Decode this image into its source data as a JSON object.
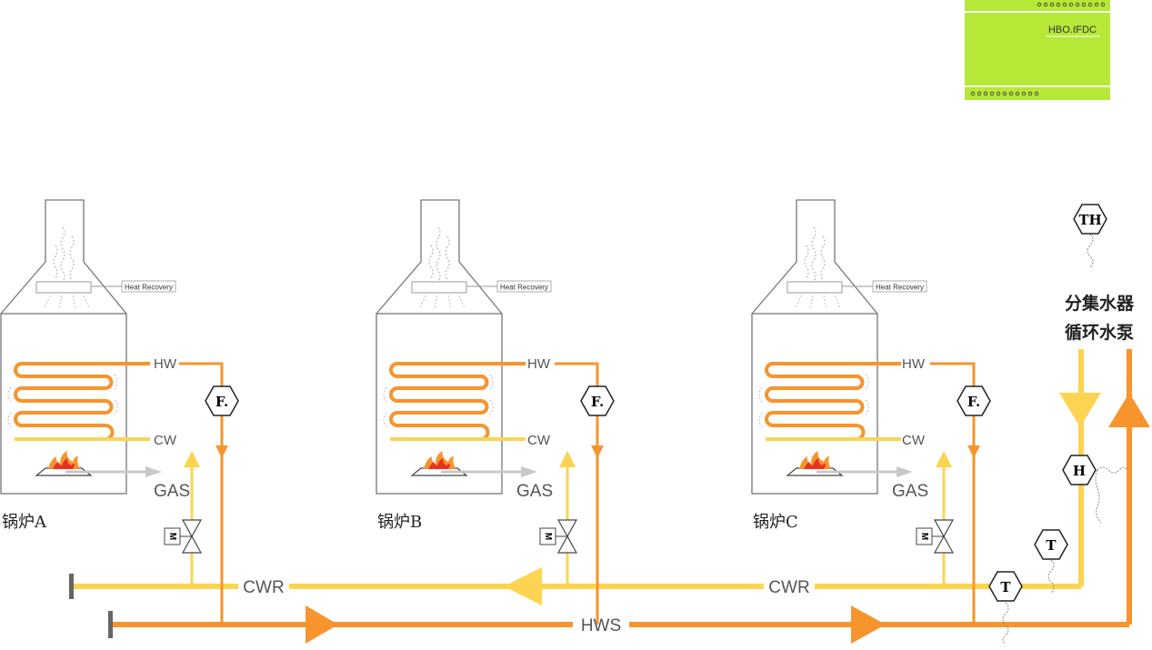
{
  "controller": {
    "label": "HBO.ℓFDC"
  },
  "boilers": [
    {
      "name": "锅炉A",
      "heat_recovery": "Heat Recovery",
      "hw": "HW",
      "cw": "CW",
      "gas": "GAS",
      "flow_sensor": "F.",
      "valve": "M"
    },
    {
      "name": "锅炉B",
      "heat_recovery": "Heat Recovery",
      "hw": "HW",
      "cw": "CW",
      "gas": "GAS",
      "flow_sensor": "F.",
      "valve": "M"
    },
    {
      "name": "锅炉C",
      "heat_recovery": "Heat Recovery",
      "hw": "HW",
      "cw": "CW",
      "gas": "GAS",
      "flow_sensor": "F.",
      "valve": "M"
    }
  ],
  "pipes": {
    "cwr_label": "CWR",
    "hws_label": "HWS"
  },
  "pump": {
    "line1": "分集水器",
    "line2": "循环水泵"
  },
  "sensors": {
    "th": "TH",
    "h": "H",
    "t_upper": "T",
    "t_lower": "T"
  },
  "colors": {
    "hot": "#f7942d",
    "cold": "#fdd451",
    "gas": "#c8c8c8",
    "controller": "#b5e837",
    "outline": "#777777"
  }
}
